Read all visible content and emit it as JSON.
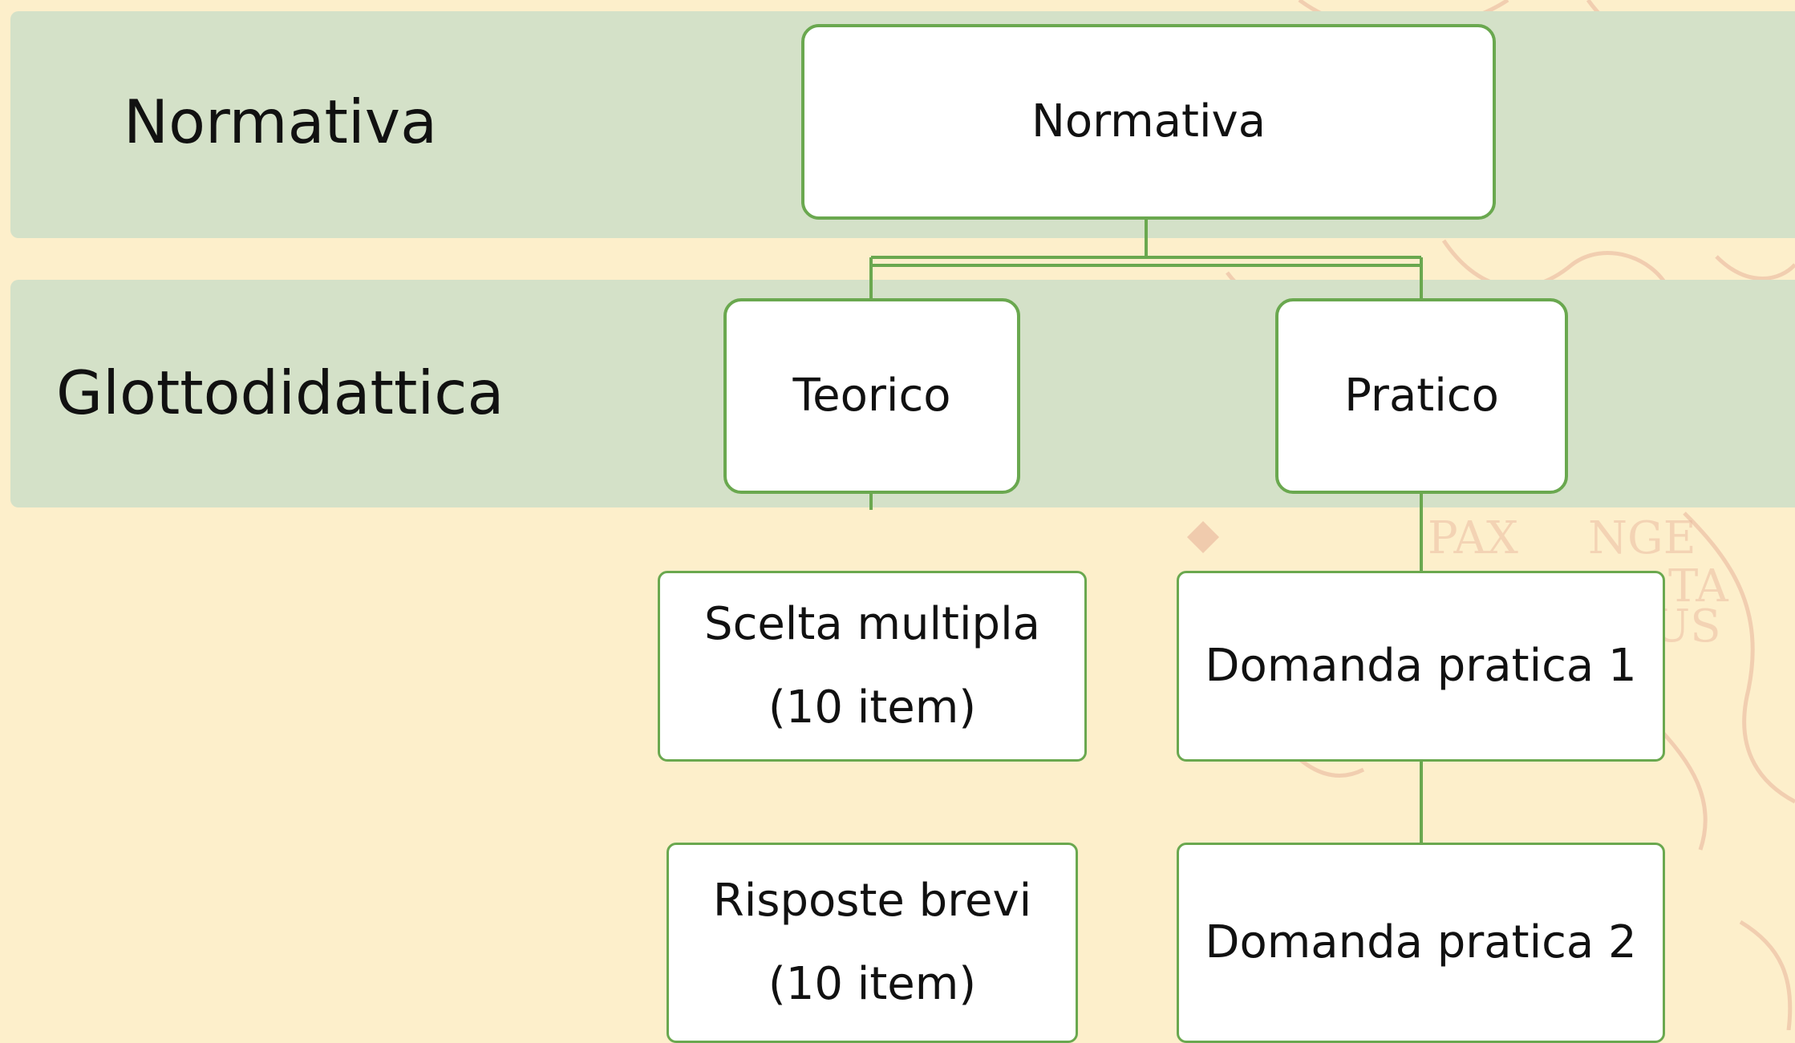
{
  "levels": [
    {
      "label": "Normativa"
    },
    {
      "label": "Glottodidattica"
    }
  ],
  "nodes": {
    "root": {
      "lines": [
        "Normativa"
      ]
    },
    "teorico": {
      "lines": [
        "Teorico"
      ]
    },
    "pratico": {
      "lines": [
        "Pratico"
      ]
    },
    "scelta_multipla": {
      "lines": [
        "Scelta multipla",
        "(10 item)"
      ]
    },
    "risposte_brevi": {
      "lines": [
        "Risposte brevi",
        "(10 item)"
      ]
    },
    "domanda_pratica_1": {
      "lines": [
        "Domanda pratica 1"
      ]
    },
    "domanda_pratica_2": {
      "lines": [
        "Domanda pratica 2"
      ]
    }
  },
  "edges": [
    {
      "from": "Normativa",
      "to": "Teorico"
    },
    {
      "from": "Normativa",
      "to": "Pratico"
    },
    {
      "from": "Pratico",
      "to": "Domanda pratica 1"
    },
    {
      "from": "Domanda pratica 1",
      "to": "Domanda pratica 2"
    }
  ],
  "colors": {
    "background": "#fdefcb",
    "band": "#d4e1c8",
    "node_border": "#6aa84f",
    "node_fill": "#ffffff",
    "watermark": "#e8b39a"
  }
}
